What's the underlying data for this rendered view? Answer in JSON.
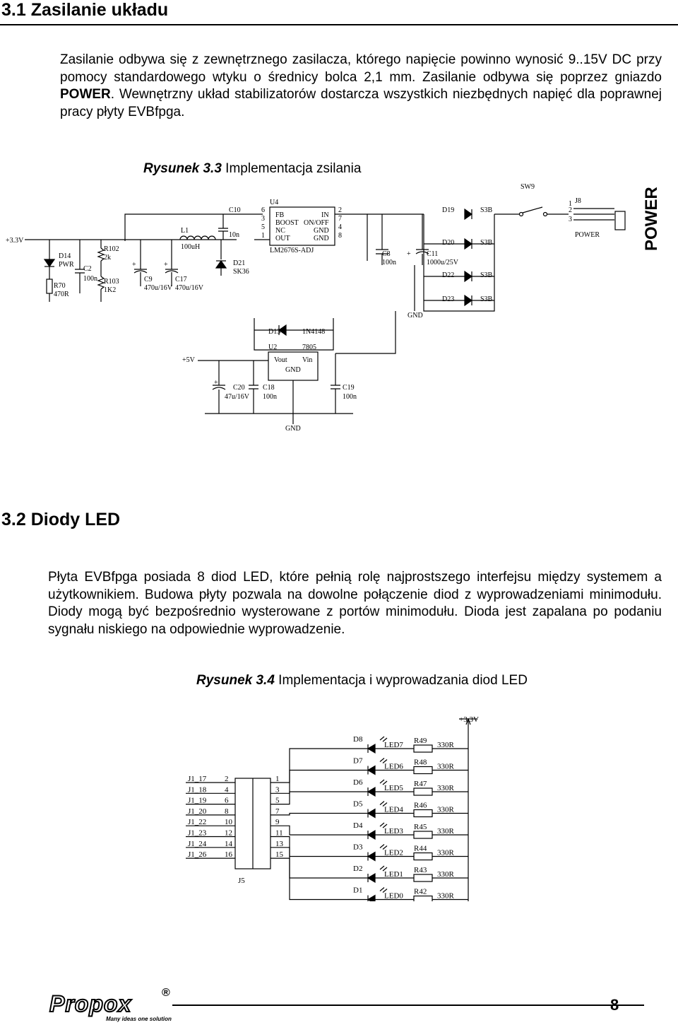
{
  "section1": {
    "heading": "3.1 Zasilanie układu",
    "p1a": "Zasilanie odbywa się z zewnętrznego zasilacza, którego napięcie powinno wynosić 9..15V DC przy pomocy standardowego wtyku o średnicy bolca 2,1 mm. Zasilanie odbywa się poprzez gniazdo ",
    "p1_bold": "POWER",
    "p1b": ". Wewnętrzny układ stabilizatorów dostarcza wszystkich niezbędnych napięć dla poprawnej pracy płyty EVBfpga.",
    "fig_label": "Rysunek 3.3",
    "fig_title": " Implementacja zsilania"
  },
  "schematic1": {
    "v33": "+3.3V",
    "v5": "+5V",
    "u4": "U4",
    "u4_part": "LM2676S-ADJ",
    "u4_pins_left": [
      "FB",
      "BOOST",
      "NC",
      "OUT"
    ],
    "u4_pins_right": [
      "IN",
      "ON/OFF",
      "GND",
      "GND"
    ],
    "u4_nums_left": [
      "6",
      "3",
      "5",
      "1"
    ],
    "u4_nums_right": [
      "2",
      "7",
      "4",
      "8"
    ],
    "c10": "C10",
    "c10_val": "10n",
    "l1": "L1",
    "l1_val": "100uH",
    "d21": "D21",
    "d21_val": "SK36",
    "d14": "D14",
    "d14_val": "PWR",
    "r102": "R102",
    "r102_val": "2k",
    "c2": "C2",
    "c2_val": "100n",
    "r70": "R70",
    "r70_val": "470R",
    "r103": "R103",
    "r103_val": "1K2",
    "c9": "C9",
    "c9_val": "470u/16V",
    "c17": "C17",
    "c17_val": "470u/16V",
    "c8": "C8",
    "c8_val": "100n",
    "c11": "C11",
    "c11_val": "1000u/25V",
    "diodes": [
      "D19",
      "D20",
      "D22",
      "D23"
    ],
    "diode_type": "S3B",
    "sw9": "SW9",
    "j8": "J8",
    "j8_pins": [
      "1",
      "2",
      "3"
    ],
    "j8_name": "POWER",
    "gnd": "GND",
    "d13": "D13",
    "d13_val": "1N4148",
    "u2": "U2",
    "u2_part": "7805",
    "u2_vout": "Vout",
    "u2_vin": "Vin",
    "u2_gnd": "GND",
    "c20": "C20",
    "c20_val": "47u/16V",
    "c18": "C18",
    "c18_val": "100n",
    "c19": "C19",
    "c19_val": "100n",
    "plus": "+",
    "power_label": "POWER"
  },
  "section2": {
    "heading": "3.2 Diody LED",
    "p": "Płyta EVBfpga posiada 8 diod LED, które pełnią rolę najprostszego interfejsu między systemem a użytkownikiem. Budowa płyty pozwala na dowolne połączenie diod z wyprowadzeniami minimodułu. Diody mogą być bezpośrednio wysterowane z portów minimodułu. Dioda jest zapalana po podaniu sygnału niskiego na odpowiednie wyprowadzenie.",
    "fig_label": "Rysunek 3.4",
    "fig_title": " Implementacja i wyprowadzania diod LED"
  },
  "schematic2": {
    "v33": "+3.3V",
    "j1_nets": [
      "J1_17",
      "J1_18",
      "J1_19",
      "J1_20",
      "J1_22",
      "J1_23",
      "J1_24",
      "J1_26"
    ],
    "j5_even": [
      "2",
      "4",
      "6",
      "8",
      "10",
      "12",
      "14",
      "16"
    ],
    "j5_odd": [
      "1",
      "3",
      "5",
      "7",
      "9",
      "11",
      "13",
      "15"
    ],
    "j5": "J5",
    "diodes": [
      "D8",
      "D7",
      "D6",
      "D5",
      "D4",
      "D3",
      "D2",
      "D1"
    ],
    "leds": [
      "LED7",
      "LED6",
      "LED5",
      "LED4",
      "LED3",
      "LED2",
      "LED1",
      "LED0"
    ],
    "resistors": [
      "R49",
      "R48",
      "R47",
      "R46",
      "R45",
      "R44",
      "R43",
      "R42"
    ],
    "res_val": "330R"
  },
  "footer": {
    "logo": "Propox",
    "reg": "®",
    "tagline": "Many ideas one solution",
    "page": "8"
  }
}
